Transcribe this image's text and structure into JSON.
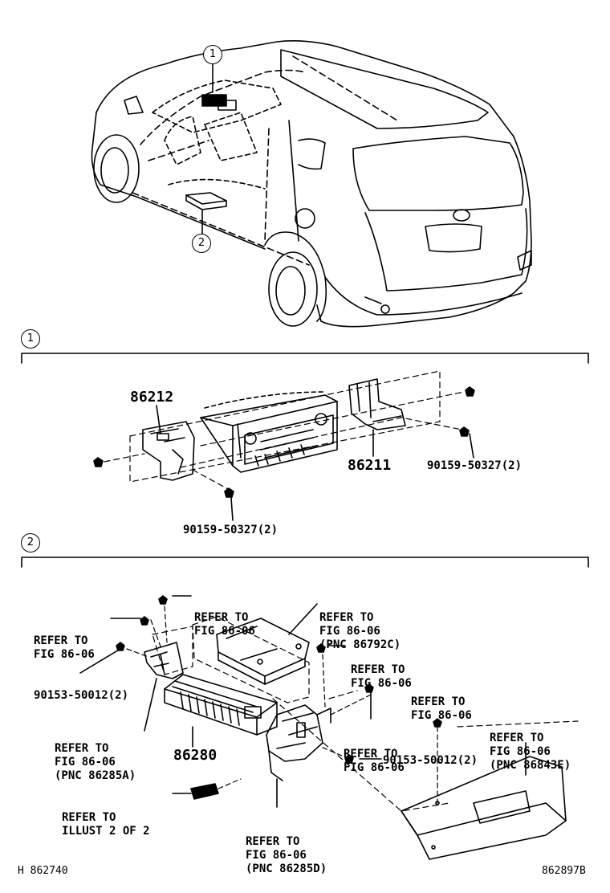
{
  "callouts": {
    "one": "1",
    "two": "2"
  },
  "section1": {
    "part_86212": "86212",
    "part_86211": "86211",
    "bolt_right": "90159-50327(2)",
    "bolt_bottom": "90159-50327(2)"
  },
  "section2": {
    "refer_top_center": [
      "REFER TO",
      "FIG 86-06"
    ],
    "refer_top_left": [
      "REFER TO",
      "FIG 86-06"
    ],
    "refer_airbag": [
      "REFER TO",
      "FIG 86-06",
      "(PNC 86792C)"
    ],
    "refer_mid_right": [
      "REFER TO",
      "FIG 86-06"
    ],
    "bolt_left": "90153-50012(2)",
    "refer_pnc_a": [
      "REFER TO",
      "FIG 86-06",
      "(PNC 86285A)"
    ],
    "part_86280": "86280",
    "refer_right_top": [
      "REFER TO",
      "FIG 86-06"
    ],
    "refer_pnc_e": [
      "REFER TO",
      "FIG 86-06",
      "(PNC 86843E)"
    ],
    "refer_center_right": [
      "REFER TO",
      "FIG 86-06"
    ],
    "bolt_right": "90153-50012(2)",
    "refer_illust": [
      "REFER TO",
      "ILLUST 2 OF 2"
    ],
    "refer_pnc_d": [
      "REFER TO",
      "FIG 86-06",
      "(PNC 86285D)"
    ]
  },
  "footer": {
    "left": "H 862740",
    "right": "862897B"
  }
}
